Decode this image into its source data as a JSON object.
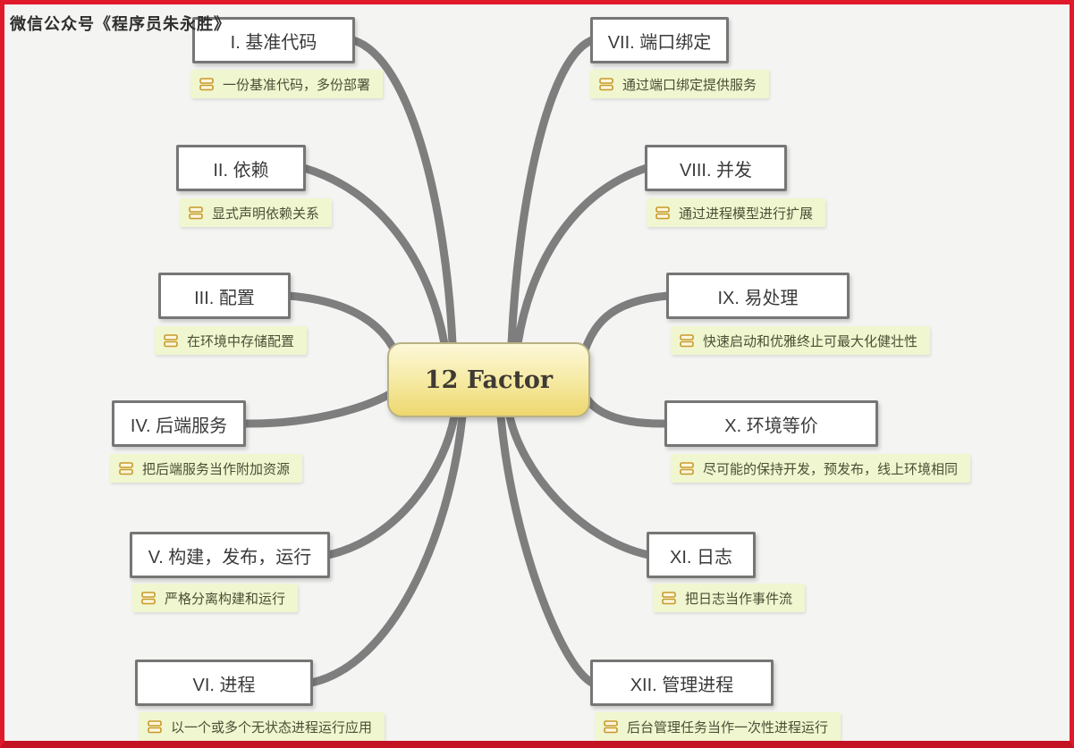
{
  "watermark": "微信公众号《程序员朱永胜》",
  "center": {
    "label": "12 Factor"
  },
  "colors": {
    "frame_border": "#e0192b",
    "background": "#f4f4f2",
    "branch_line": "#7e7e7e",
    "topic_border": "#767676",
    "note_background": "#f0f6cf",
    "note_icon": "#c79a2a",
    "center_gradient_top": "#fdf8d8",
    "center_gradient_bottom": "#eed76e"
  },
  "branches": [
    {
      "label": "I. 基准代码",
      "note": "一份基准代码，多份部署",
      "side": "left"
    },
    {
      "label": "II. 依赖",
      "note": "显式声明依赖关系",
      "side": "left"
    },
    {
      "label": "III. 配置",
      "note": "在环境中存储配置",
      "side": "left"
    },
    {
      "label": "IV. 后端服务",
      "note": "把后端服务当作附加资源",
      "side": "left"
    },
    {
      "label": "V. 构建，发布，运行",
      "note": "严格分离构建和运行",
      "side": "left"
    },
    {
      "label": "VI. 进程",
      "note": "以一个或多个无状态进程运行应用",
      "side": "left"
    },
    {
      "label": "VII. 端口绑定",
      "note": "通过端口绑定提供服务",
      "side": "right"
    },
    {
      "label": "VIII. 并发",
      "note": "通过进程模型进行扩展",
      "side": "right"
    },
    {
      "label": "IX. 易处理",
      "note": "快速启动和优雅终止可最大化健壮性",
      "side": "right"
    },
    {
      "label": "X. 环境等价",
      "note": "尽可能的保持开发，预发布，线上环境相同",
      "side": "right"
    },
    {
      "label": "XI. 日志",
      "note": "把日志当作事件流",
      "side": "right"
    },
    {
      "label": "XII. 管理进程",
      "note": "后台管理任务当作一次性进程运行",
      "side": "right"
    }
  ]
}
